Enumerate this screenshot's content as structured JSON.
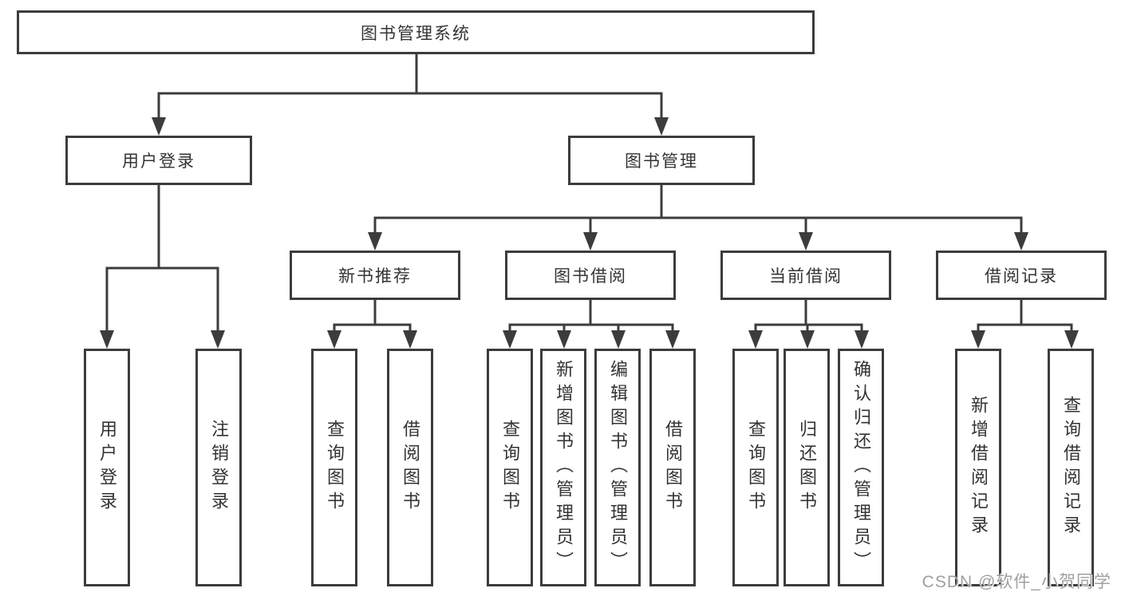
{
  "diagram": {
    "root": "图书管理系统",
    "branches": {
      "user_login": {
        "label": "用户登录",
        "children": [
          "用户登录",
          "注销登录"
        ]
      },
      "book_management": {
        "label": "图书管理",
        "sections": {
          "new_book_recommend": {
            "label": "新书推荐",
            "children": [
              "查询图书",
              "借阅图书"
            ]
          },
          "book_borrowing": {
            "label": "图书借阅",
            "children": [
              "查询图书",
              "新增图书（管理员）",
              "编辑图书（管理员）",
              "借阅图书"
            ]
          },
          "current_borrowing": {
            "label": "当前借阅",
            "children": [
              "查询图书",
              "归还图书",
              "确认归还（管理员）"
            ]
          },
          "borrowing_records": {
            "label": "借阅记录",
            "children": [
              "新增借阅记录",
              "查询借阅记录"
            ]
          }
        }
      }
    }
  },
  "watermark": "CSDN @软件_小贺同学",
  "colors": {
    "line": "#3c3c3c",
    "text": "#333333",
    "watermark": "#a0a0a0",
    "background": "#ffffff"
  }
}
